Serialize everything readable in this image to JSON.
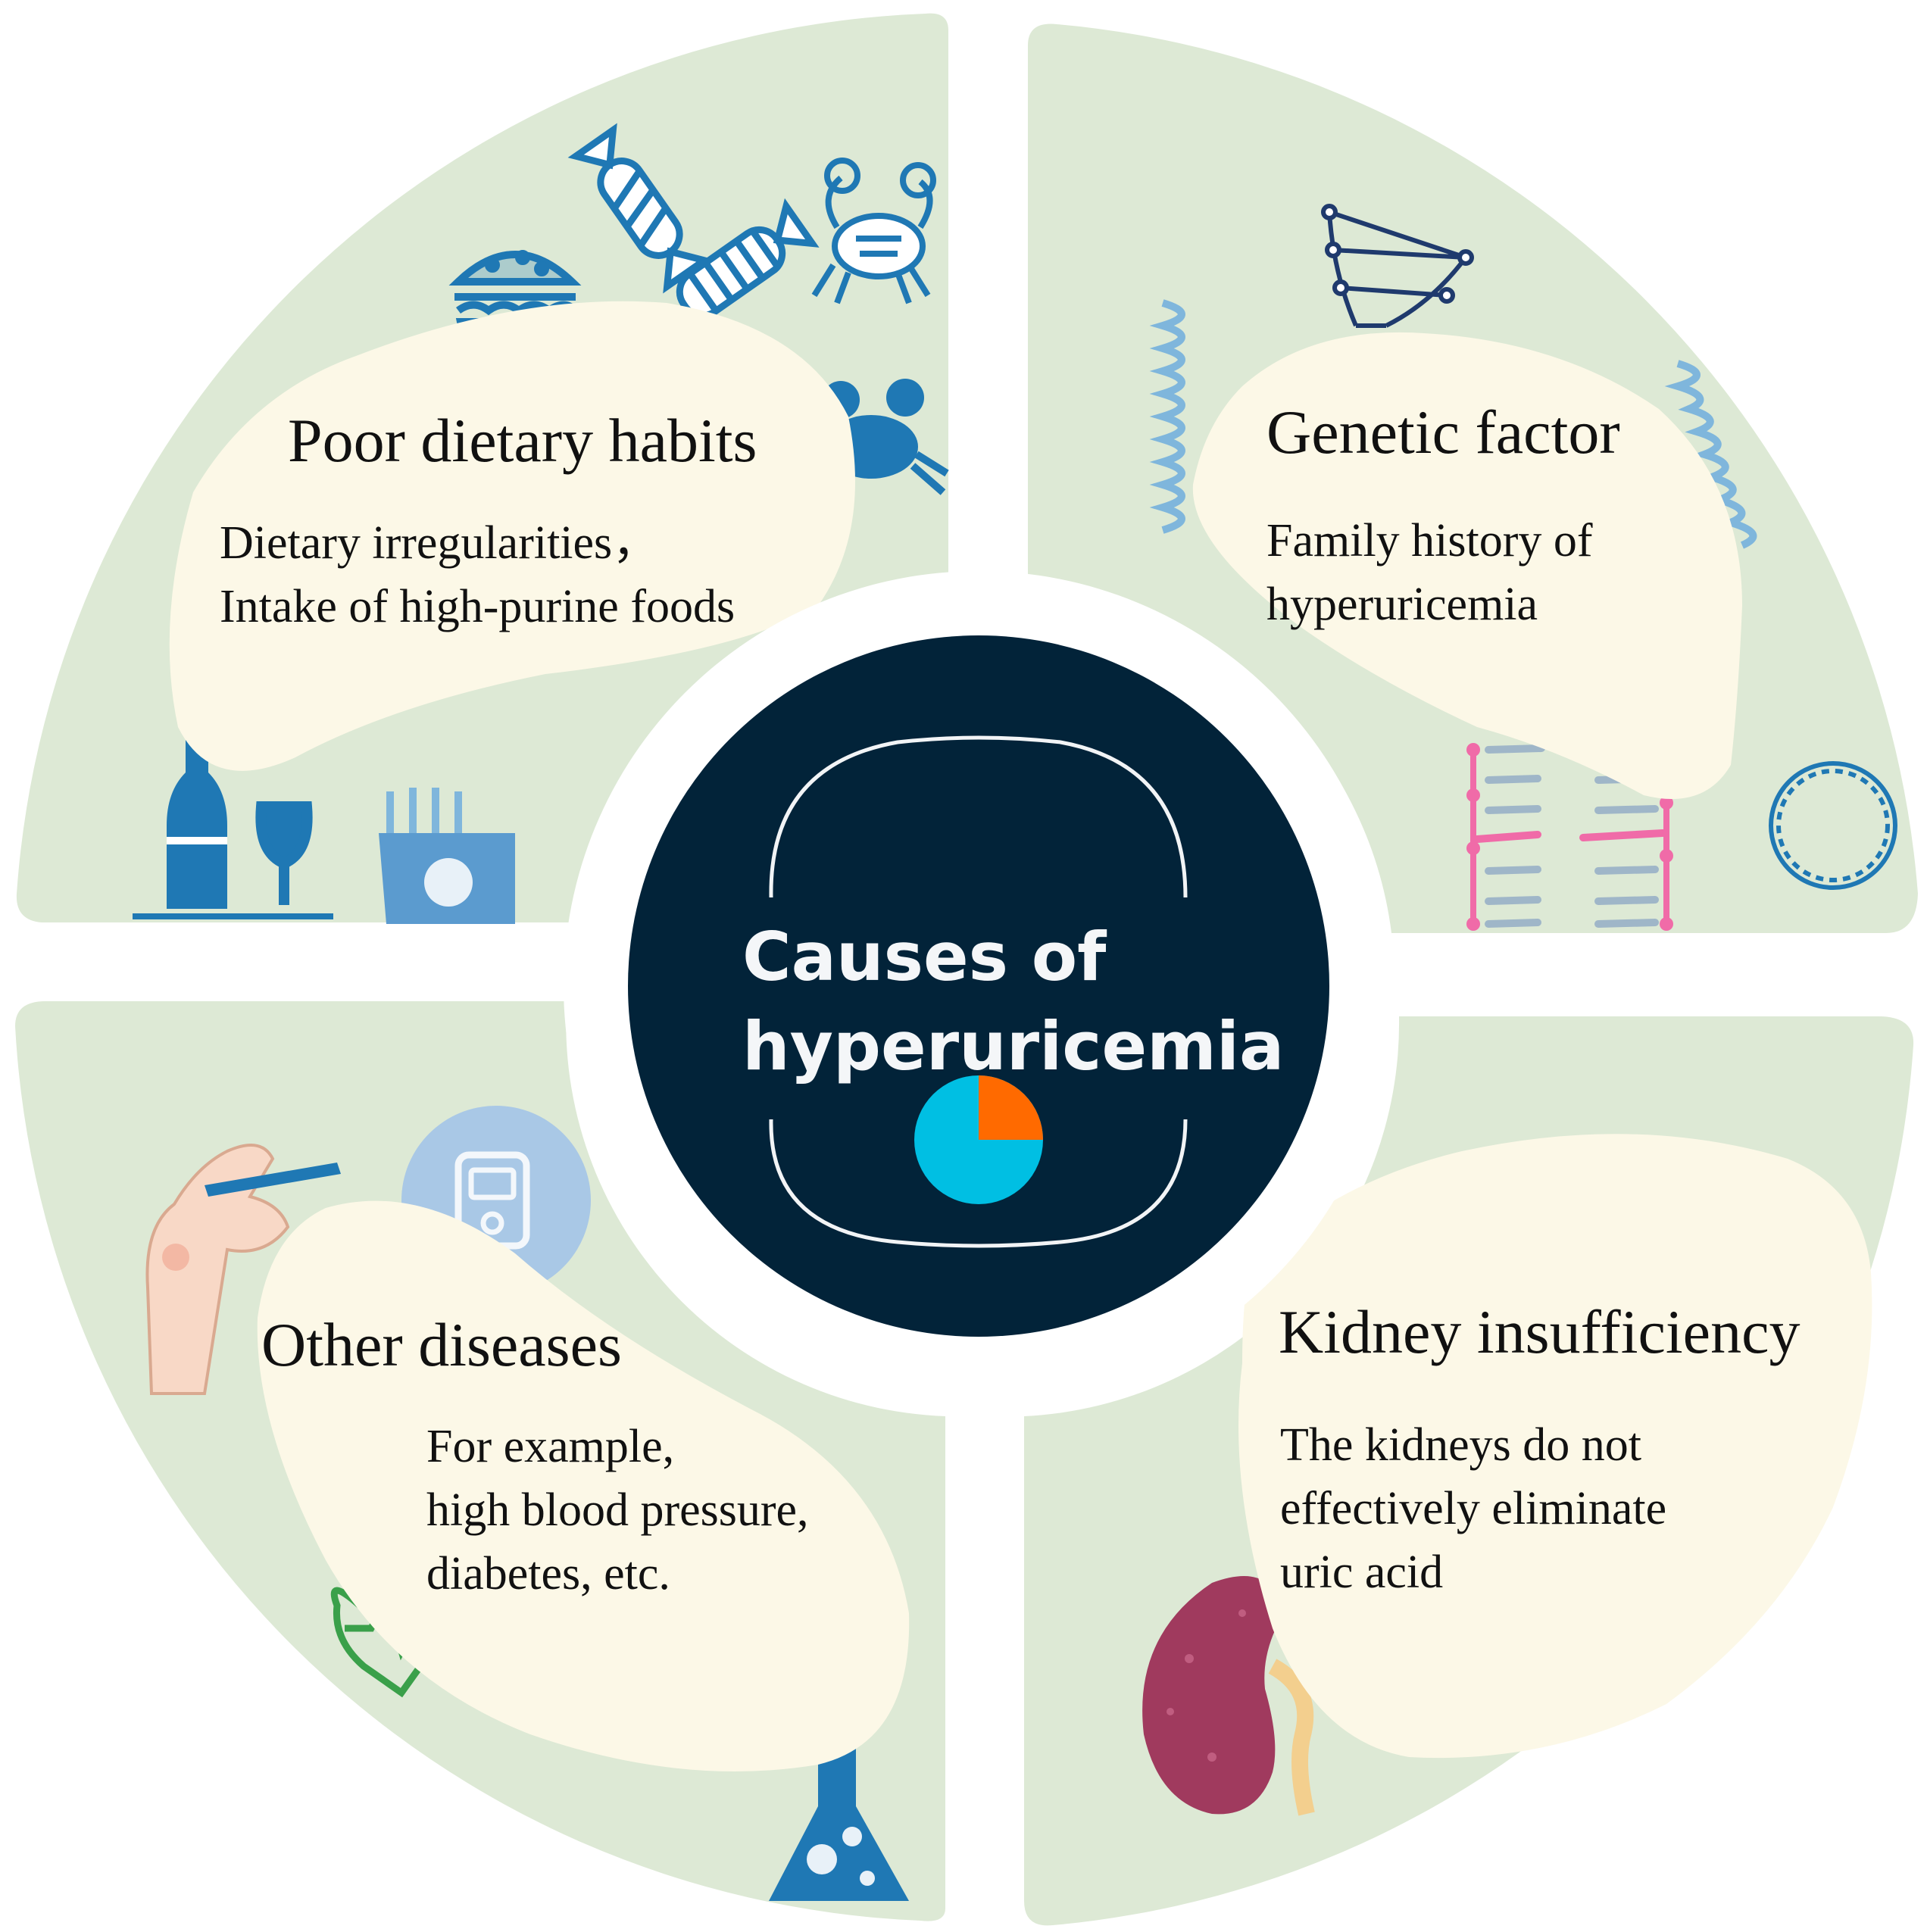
{
  "center": {
    "line1": "Causes of",
    "line2": "hyperuricemia",
    "icon": "pie-chart-icon",
    "colors": {
      "disc": "#022339",
      "pie_main": "#00bfe3",
      "pie_slice": "#ff6a00"
    }
  },
  "quadrants": {
    "dietary": {
      "title": "Poor dietary habits",
      "body": [
        "Dietary irregularities，",
        "Intake of high-purine foods"
      ],
      "icons": [
        "burger-icon",
        "candy-icon",
        "lobster-icon",
        "crab-icon",
        "wine-bottle-icon",
        "wine-glass-icon",
        "fries-icon"
      ]
    },
    "genetic": {
      "title": "Genetic factor",
      "body": [
        "Family history of",
        "hyperuricemia"
      ],
      "icons": [
        "dna-helix-icon",
        "dna-strand-icon",
        "dna-ladder-icon",
        "plasmid-ring-icon"
      ]
    },
    "other": {
      "title": "Other diseases",
      "body": [
        "For example,",
        "high blood pressure,",
        "diabetes, etc."
      ],
      "icons": [
        "glucose-pen-icon",
        "glucometer-icon",
        "heart-pulse-icon",
        "flask-icon"
      ]
    },
    "kidney": {
      "title": "Kidney insufficiency",
      "body": [
        "The kidneys do not",
        "effectively eliminate",
        "uric acid"
      ],
      "icons": [
        "kidney-icon"
      ]
    }
  },
  "colors": {
    "panel": "#dde9d5",
    "blob": "#fcf8e7",
    "icon_blue": "#1f78b4"
  }
}
